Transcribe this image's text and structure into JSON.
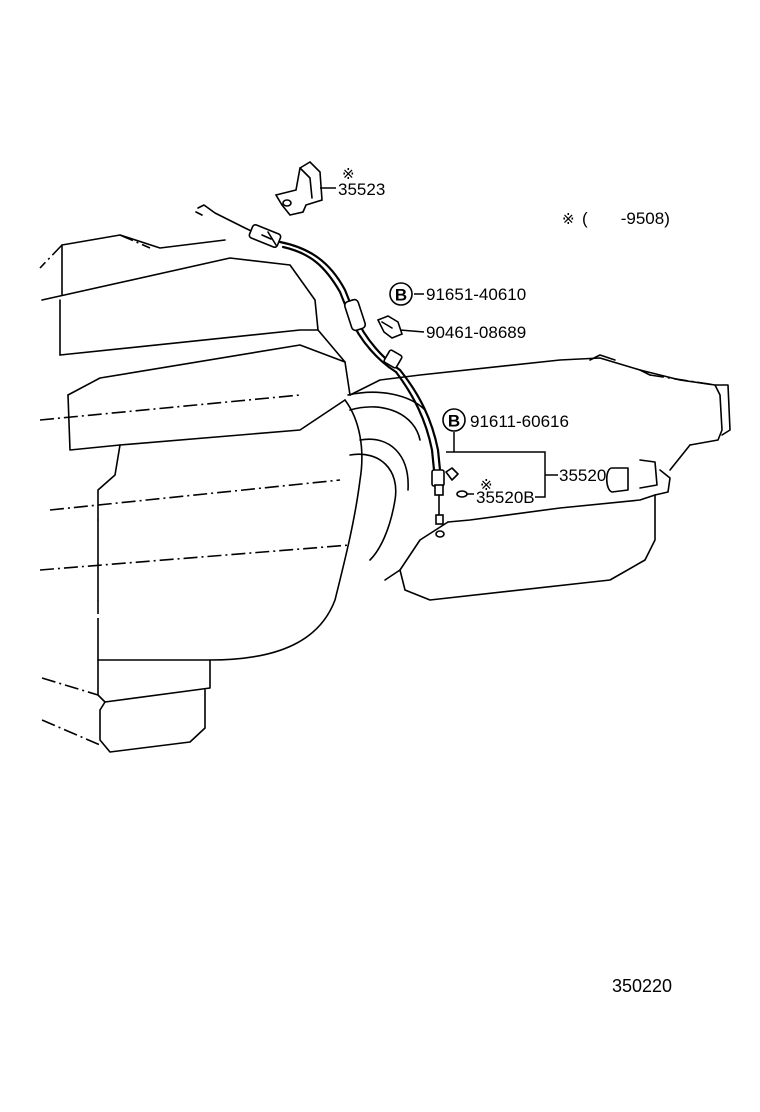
{
  "diagram": {
    "note": {
      "symbol": "※",
      "range": "(       -9508)"
    },
    "reference_number": "350220",
    "badge_letter": "B",
    "callouts": [
      {
        "id": "35523",
        "part_no": "35523",
        "marked": true
      },
      {
        "id": "91651",
        "part_no": "91651-40610",
        "badge": "B"
      },
      {
        "id": "90461",
        "part_no": "90461-08689"
      },
      {
        "id": "91611",
        "part_no": "91611-60616",
        "badge": "B"
      },
      {
        "id": "35520",
        "part_no": "35520"
      },
      {
        "id": "35520B",
        "part_no": "35520B",
        "marked": true
      }
    ]
  }
}
